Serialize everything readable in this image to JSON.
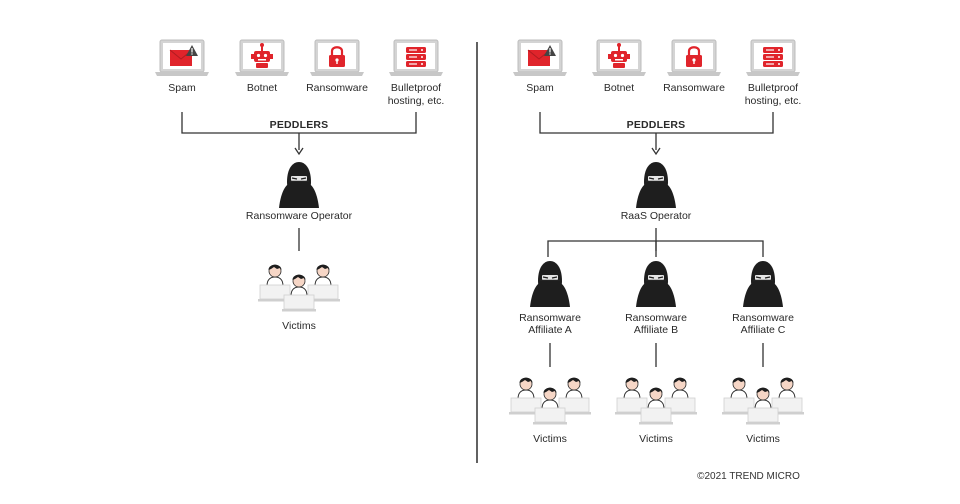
{
  "left": {
    "peddlers": [
      "Spam",
      "Botnet",
      "Ransomware",
      "Bulletproof hosting, etc."
    ],
    "peddlers_heading": "PEDDLERS",
    "operator": "Ransomware Operator",
    "victims": "Victims"
  },
  "right": {
    "peddlers": [
      "Spam",
      "Botnet",
      "Ransomware",
      "Bulletproof hosting, etc."
    ],
    "peddlers_heading": "PEDDLERS",
    "operator": "RaaS Operator",
    "affiliates": [
      {
        "line1": "Ransomware",
        "line2": "Affiliate A",
        "victims": "Victims"
      },
      {
        "line1": "Ransomware",
        "line2": "Affiliate B",
        "victims": "Victims"
      },
      {
        "line1": "Ransomware",
        "line2": "Affiliate C",
        "victims": "Victims"
      }
    ]
  },
  "copyright": "©2021 TREND MICRO",
  "colors": {
    "accent": "#e0242b",
    "dark": "#1e1e1e",
    "line": "#333333",
    "laptop": "#d9d9d9"
  }
}
